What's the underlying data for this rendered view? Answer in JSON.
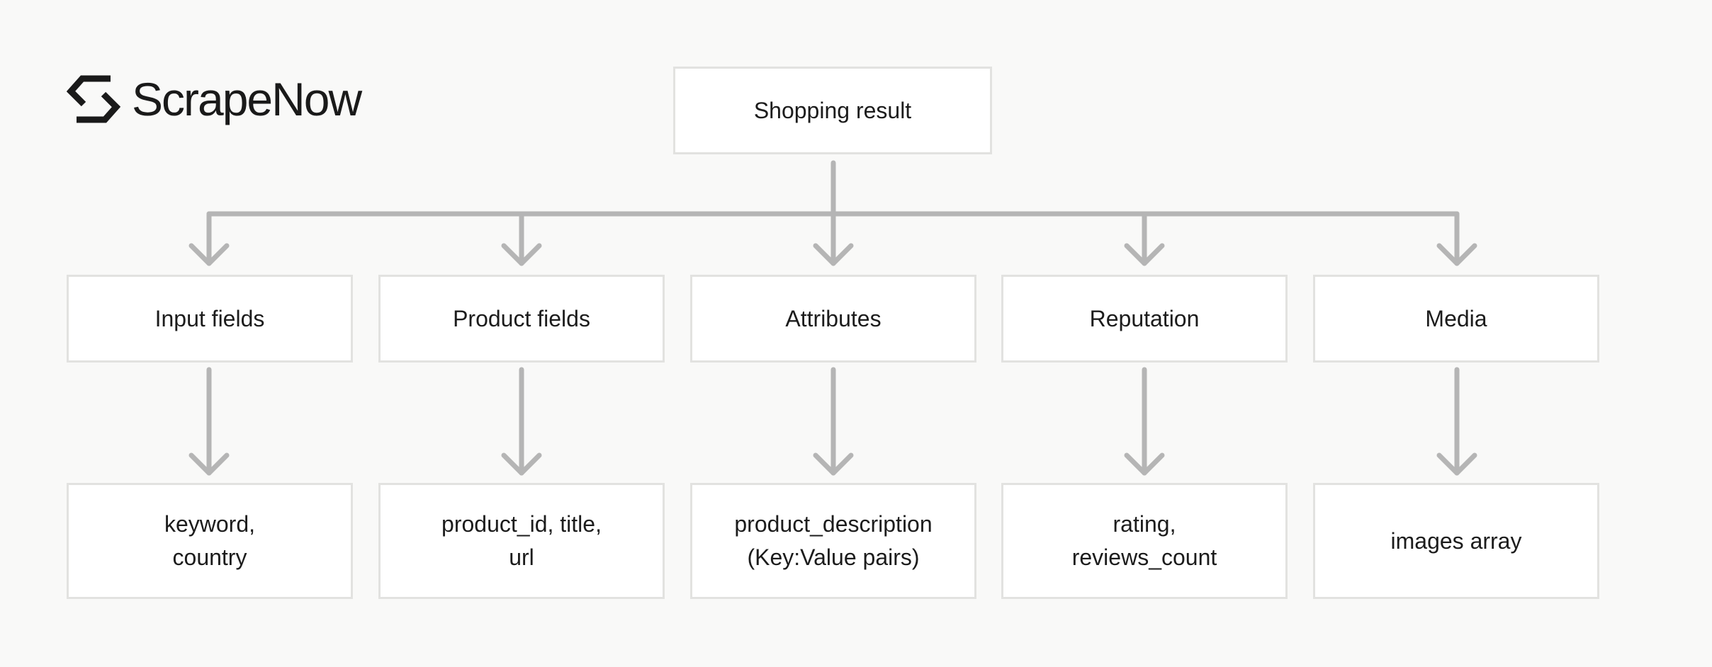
{
  "brand": {
    "name": "ScrapeNow",
    "logo_icon": "scrapenow-logo-icon"
  },
  "diagram": {
    "root": "Shopping result",
    "categories": [
      {
        "label": "Input fields",
        "fields": [
          "keyword,",
          "country"
        ]
      },
      {
        "label": "Product fields",
        "fields": [
          "product_id, title,",
          "url"
        ]
      },
      {
        "label": "Attributes",
        "fields": [
          "product_description",
          "(Key:Value pairs)"
        ]
      },
      {
        "label": "Reputation",
        "fields": [
          "rating,",
          "reviews_count"
        ]
      },
      {
        "label": "Media",
        "fields": [
          "images array"
        ]
      }
    ],
    "colors": {
      "arrow": "#b5b5b5",
      "box_border": "#e2e2e0",
      "background": "#f9f9f8"
    }
  }
}
